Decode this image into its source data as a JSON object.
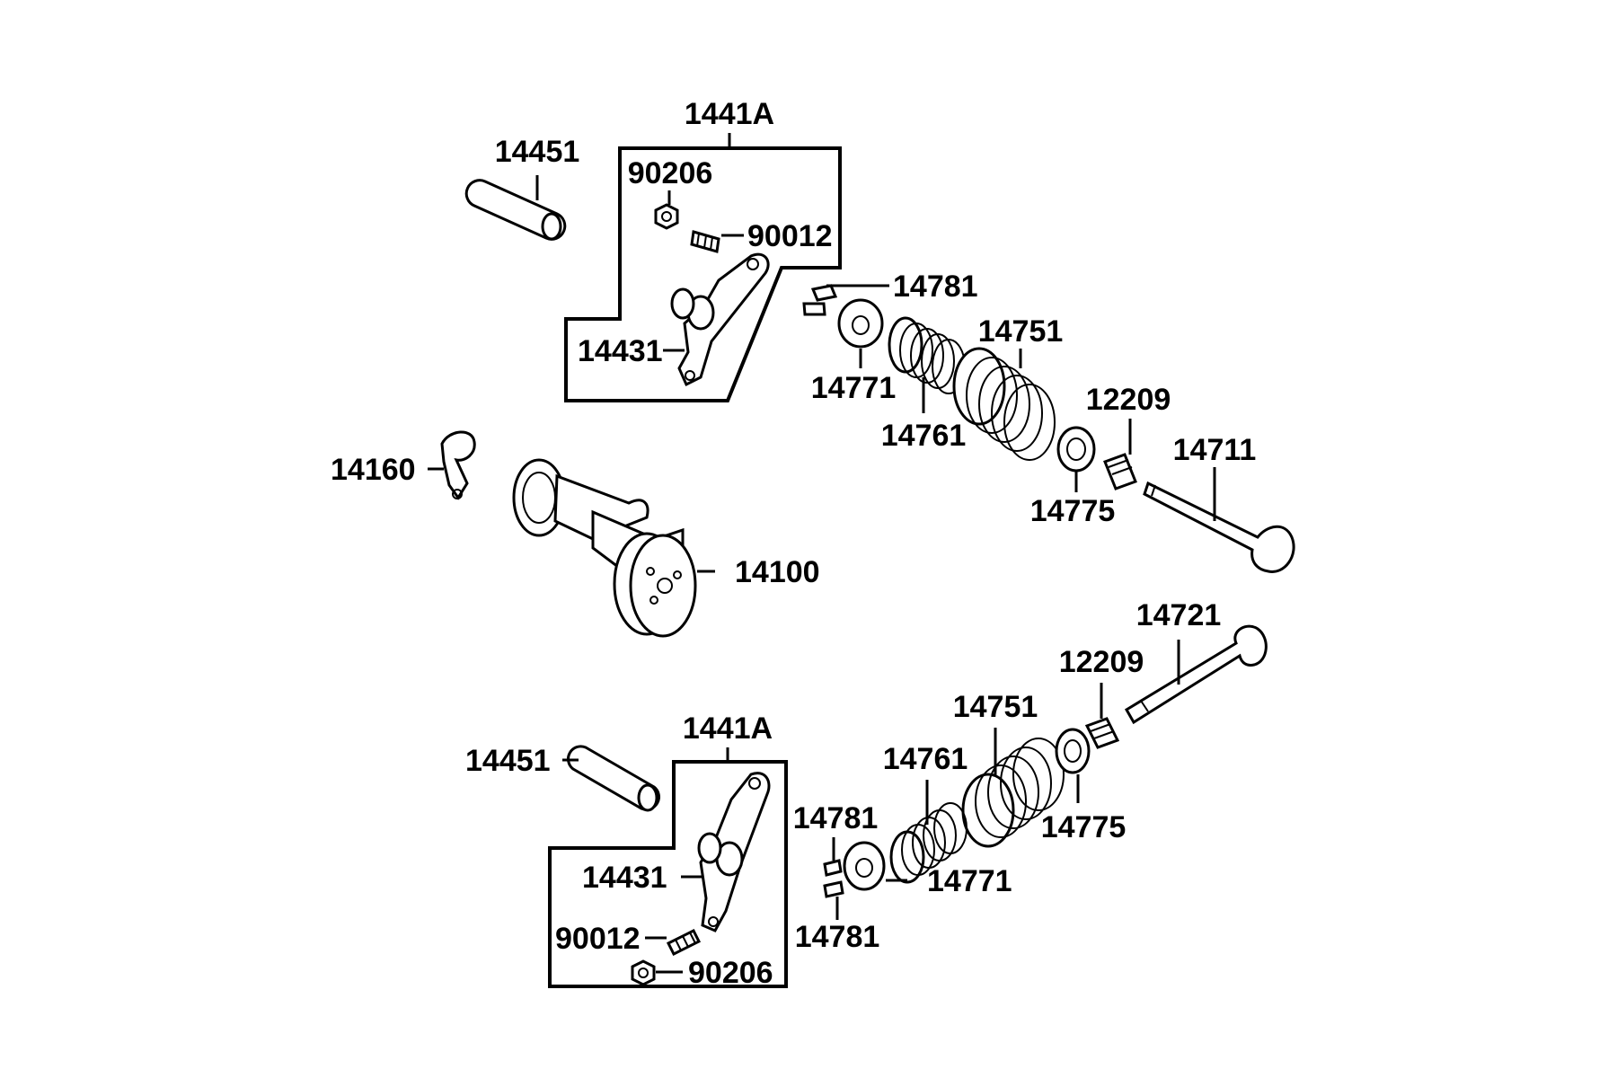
{
  "labels": {
    "upper_group": "1441A",
    "upper_pin": "14451",
    "upper_nut": "90206",
    "upper_screw": "90012",
    "upper_arm": "14431",
    "upper_cotter": "14781",
    "upper_retainer": "14771",
    "upper_inner_spring": "14761",
    "upper_outer_spring": "14751",
    "upper_seal": "12209",
    "upper_seat": "14775",
    "upper_valve": "14711",
    "decomp": "14160",
    "camshaft": "14100",
    "lower_valve": "14721",
    "lower_seal": "12209",
    "lower_outer_spring": "14751",
    "lower_group": "1441A",
    "lower_pin": "14451",
    "lower_inner_spring": "14761",
    "lower_cotter_top": "14781",
    "lower_seat": "14775",
    "lower_arm": "14431",
    "lower_retainer": "14771",
    "lower_cotter_bottom": "14781",
    "lower_screw": "90012",
    "lower_nut": "90206"
  }
}
